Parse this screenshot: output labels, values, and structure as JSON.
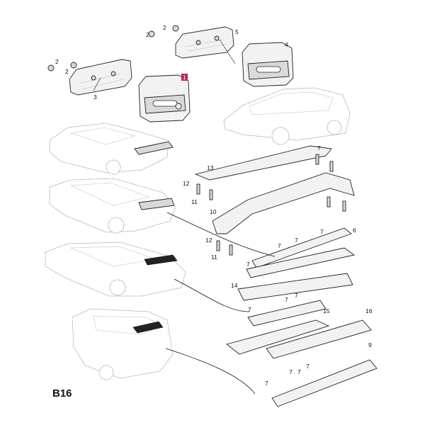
{
  "diagram": {
    "sheet_code": "B16",
    "callouts": {
      "c1": "1",
      "c2a": "2",
      "c2b": "2",
      "c2c": "2",
      "c2d": "2",
      "c3": "3",
      "c4": "4",
      "c5": "5",
      "c6": "6",
      "c7a": "7",
      "c7b": "7",
      "c7c": "7",
      "c7d": "7",
      "c7e": "7",
      "c7f": "7",
      "c7g": "7",
      "c7h": "7",
      "c7i": "7",
      "c7j": "7",
      "c7k": "7",
      "c7l": "7",
      "c9": "9",
      "c10": "10",
      "c11a": "11",
      "c11b": "11",
      "c12a": "12",
      "c12b": "12",
      "c13": "13",
      "c14": "14",
      "c15": "15",
      "c16": "16"
    },
    "highlight_color": "#b2294a"
  }
}
